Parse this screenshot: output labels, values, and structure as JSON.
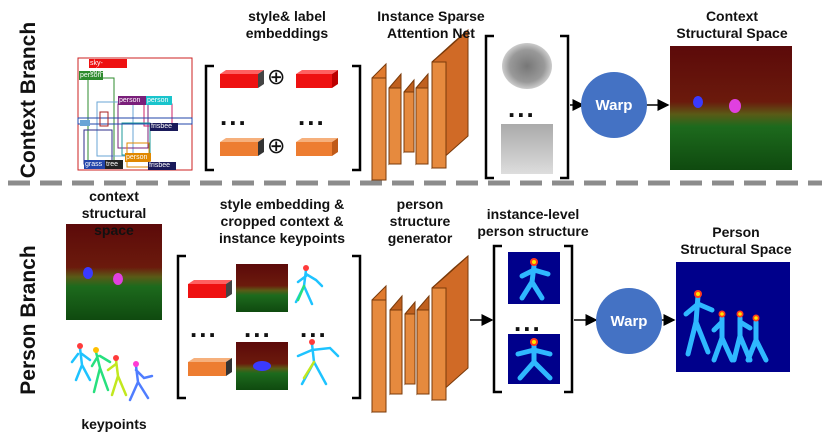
{
  "context_branch": {
    "title": "Context Branch",
    "layout_labels": [
      "sky-other",
      "person",
      "person",
      "person",
      "frisbee",
      "frisbee",
      "grass",
      "tree",
      "person",
      "frisbee"
    ],
    "embeddings_label": "style& label\nembeddings",
    "embedding_dots": [
      "...",
      "..."
    ],
    "plus_symbol": "⊕",
    "network_label": "Instance Sparse\nAttention Net",
    "output_dots": "...",
    "warp_label": "Warp",
    "output_label": "Context\nStructural Space"
  },
  "person_branch": {
    "title": "Person Branch",
    "context_label": "context\nstructural\nspace",
    "keypoints_label": "keypoints",
    "inputs_label": "style embedding &\ncropped context &\ninstance keypoints",
    "input_dots": [
      "...",
      "...",
      "..."
    ],
    "generator_label": "person\nstructure\ngenerator",
    "instance_label": "instance-level\nperson structure",
    "instance_dots": "...",
    "warp_label": "Warp",
    "output_label": "Person\nStructural Space"
  },
  "colors": {
    "embedding_red": "#ee1111",
    "embedding_orange": "#ed7d31",
    "network_orange": "#e07a2e",
    "warp_blue": "#4472c4",
    "divider_gray": "#8c8c8c"
  }
}
